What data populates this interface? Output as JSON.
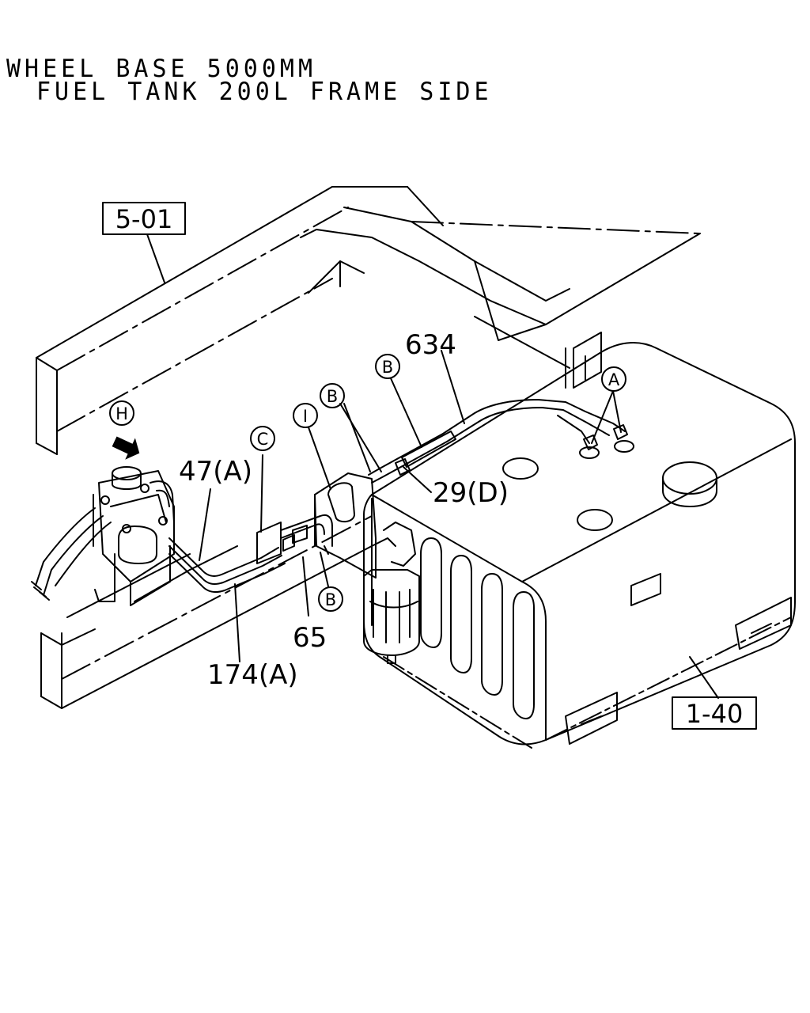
{
  "header": {
    "line1": "WHEEL BASE 5000MM",
    "line2": "FUEL TANK 200L FRAME SIDE"
  },
  "references": {
    "frame_ref": "5-01",
    "tank_ref": "1-40"
  },
  "callouts": {
    "part_634": "634",
    "part_29d": "29(D)",
    "part_47a": "47(A)",
    "part_65": "65",
    "part_174a": "174(A)"
  },
  "circle_labels": {
    "H": "H",
    "C": "C",
    "I": "I",
    "B_top": "B",
    "B_upper": "B",
    "B_lower": "B",
    "A": "A"
  },
  "colors": {
    "line": "#000000",
    "background": "#ffffff"
  }
}
